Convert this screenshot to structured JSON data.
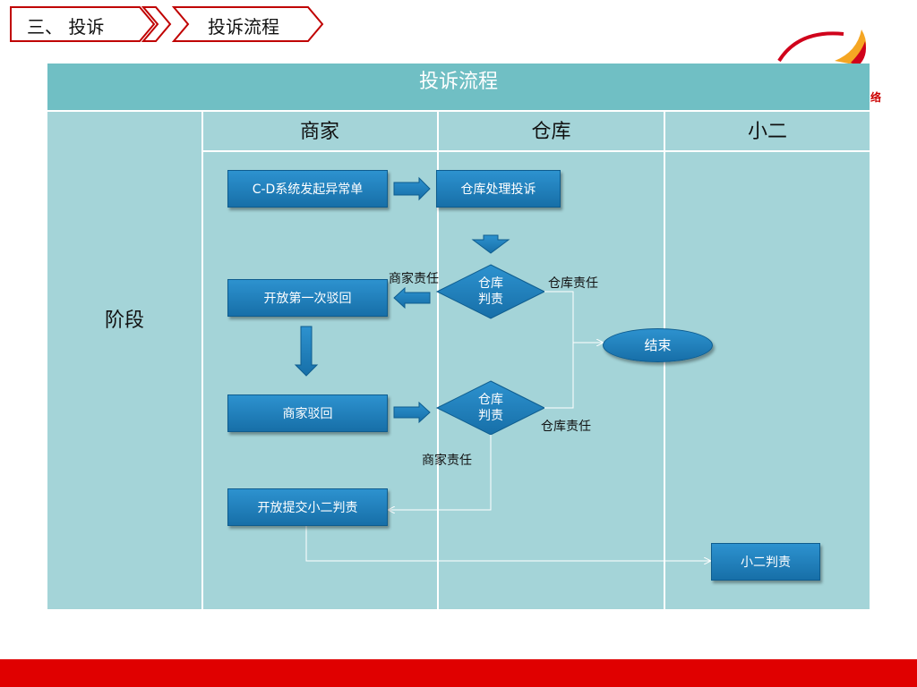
{
  "breadcrumb": {
    "section": "三、 投诉",
    "current": "投诉流程"
  },
  "table": {
    "title": "投诉流程",
    "columns": [
      "商家",
      "仓库",
      "小二"
    ],
    "stage": "阶段"
  },
  "nodes": {
    "cd_start": "C-D系统发起异常单",
    "warehouse_handle": "仓库处理投诉",
    "first_reject": "开放第一次驳回",
    "merchant_reject": "商家驳回",
    "submit_xiaoer": "开放提交小二判责",
    "xiaoer_judge": "小二判责",
    "end": "结束",
    "decision1_line1": "仓库",
    "decision1_line2": "判责",
    "decision2_line1": "仓库",
    "decision2_line2": "判责"
  },
  "annotations": {
    "merchant_resp_1": "商家责任",
    "warehouse_resp_1": "仓库责任",
    "warehouse_resp_2": "仓库责任",
    "merchant_resp_2": "商家责任"
  },
  "colors": {
    "header": "#70bfc4",
    "body": "#a4d4d8",
    "node": "#1b7fbd",
    "footer": "#e00000"
  },
  "logo": {
    "text": "络"
  }
}
